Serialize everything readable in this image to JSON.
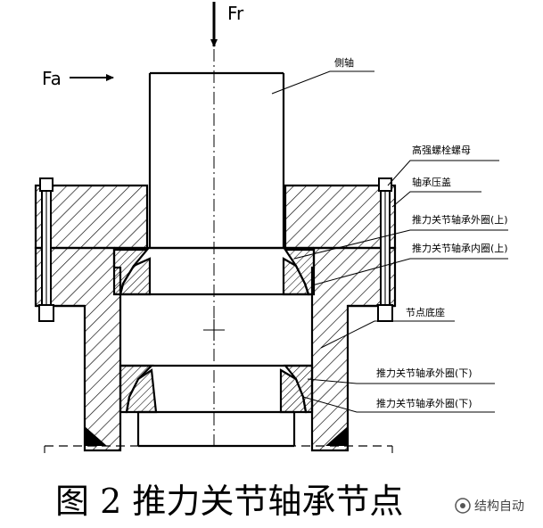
{
  "forces": {
    "radial": "Fr",
    "axial": "Fa"
  },
  "labels": {
    "shaft": "側轴",
    "bolt_nut": "高强螺栓螺母",
    "gland": "轴承压盖",
    "outer_upper": "推力关节轴承外圈(上)",
    "inner_upper": "推力关节轴承内圈(上)",
    "base": "节点底座",
    "outer_lower": "推力关节轴承外圈(下)",
    "inner_lower": "推力关节轴承外圈(下)"
  },
  "caption": "图 2  推力关节轴承节点",
  "watermark": "结构自动"
}
